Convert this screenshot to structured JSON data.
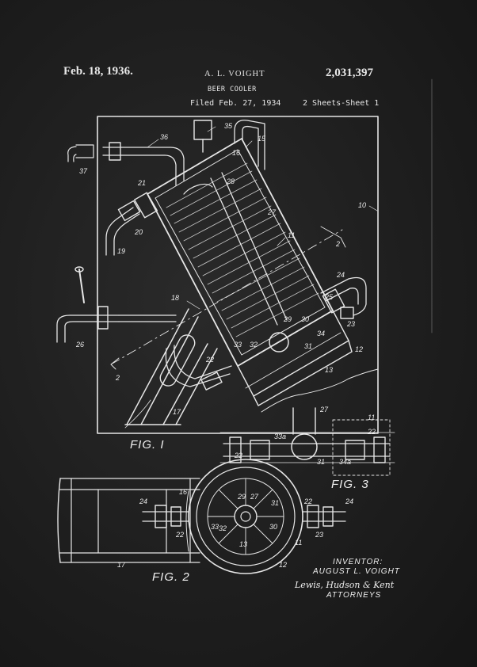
{
  "header": {
    "date": "Feb. 18, 1936.",
    "inventor_name": "A. L. VOIGHT",
    "patent_number": "2,031,397",
    "title": "BEER COOLER",
    "filed": "Filed Feb. 27, 1934",
    "sheets": "2 Sheets-Sheet 1"
  },
  "figures": {
    "fig1": "FIG. I",
    "fig2": "FIG. 2",
    "fig3": "FIG. 3"
  },
  "signature": {
    "inventor_label": "INVENTOR:",
    "inventor": "AUGUST L. VOIGHT",
    "firm": "Lewis, Hudson & Kent",
    "attorneys": "ATTORNEYS"
  },
  "reference_numbers": {
    "fig1": [
      "35",
      "36",
      "37",
      "16",
      "15",
      "21",
      "28",
      "27",
      "20",
      "19",
      "10",
      "11",
      "2",
      "18",
      "24",
      "25",
      "23",
      "29",
      "17",
      "22",
      "33",
      "32",
      "31",
      "30",
      "34",
      "12",
      "13",
      "26",
      "2"
    ],
    "fig2": [
      "11",
      "16",
      "29",
      "27",
      "31",
      "24",
      "32",
      "33",
      "30",
      "13",
      "12",
      "22",
      "23",
      "24",
      "22",
      "17"
    ],
    "fig3": [
      "27",
      "11",
      "22",
      "33a",
      "31",
      "34a",
      "22"
    ]
  },
  "colors": {
    "ink": "#e8e8e8",
    "paper": "#1e1e1e"
  }
}
